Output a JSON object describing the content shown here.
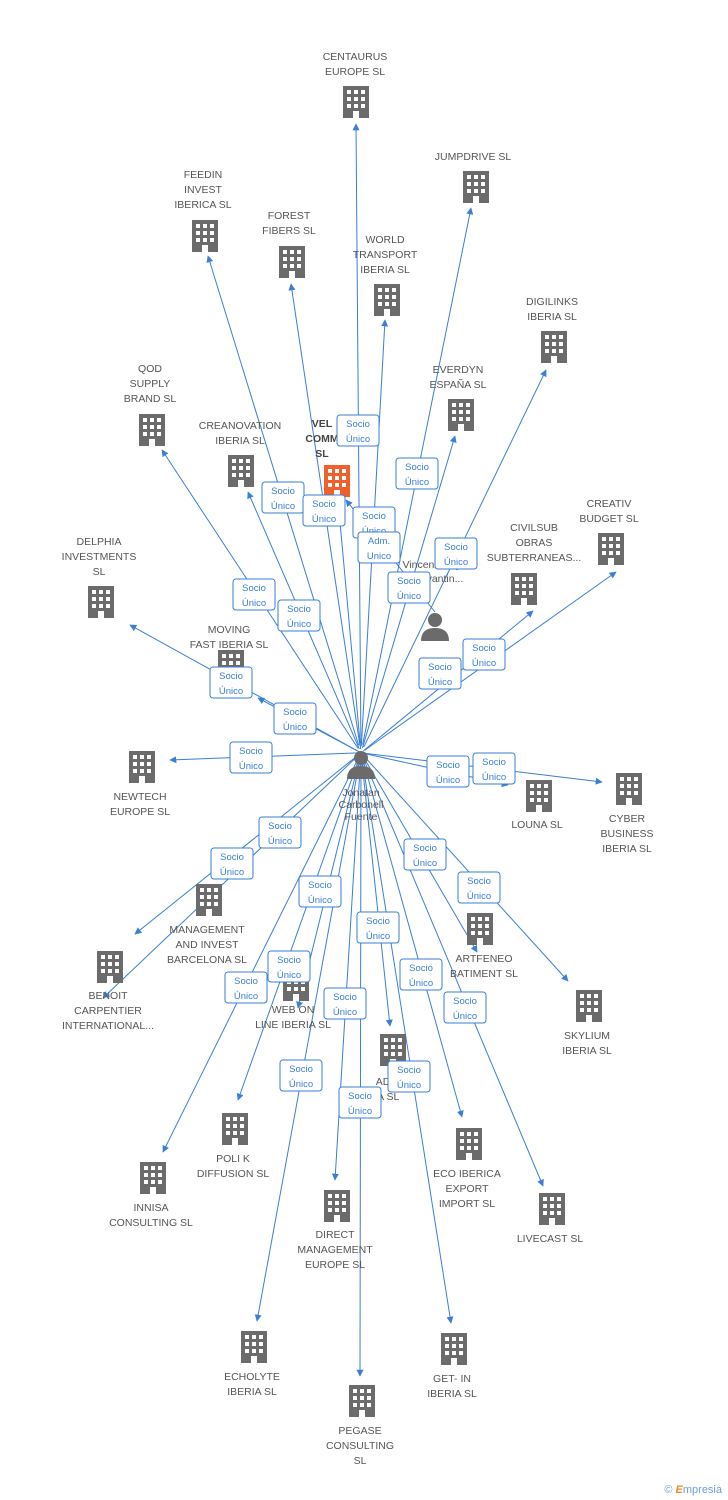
{
  "colors": {
    "edge": "#3a7fd5",
    "building": "#6b6b6b",
    "focus_building": "#f0602a",
    "person": "#6b6b6b"
  },
  "center_person": {
    "label": [
      "Jonatan",
      "Carbonell",
      "Fuente"
    ],
    "icon": "person-icon"
  },
  "secondary_person": {
    "label": [
      "Vincenzo Nyl",
      "Fioravantin..."
    ],
    "icon": "person-icon"
  },
  "companies": [
    {
      "id": "centaurus",
      "label": [
        "CENTAURUS",
        "EUROPE SL"
      ]
    },
    {
      "id": "jumpdrive",
      "label": [
        "JUMPDRIVE SL"
      ]
    },
    {
      "id": "feedin",
      "label": [
        "FEEDIN",
        "INVEST",
        "IBERICA SL"
      ]
    },
    {
      "id": "forest",
      "label": [
        "FOREST",
        "FIBERS  SL"
      ]
    },
    {
      "id": "world",
      "label": [
        "WORLD",
        "TRANSPORT",
        "IBERIA SL"
      ]
    },
    {
      "id": "digilinks",
      "label": [
        "DIGILINKS",
        "IBERIA SL"
      ]
    },
    {
      "id": "qod",
      "label": [
        "QOD",
        "SUPPLY",
        "BRAND  SL"
      ]
    },
    {
      "id": "everdyn",
      "label": [
        "EVERDYN",
        "ESPAÑA  SL"
      ]
    },
    {
      "id": "velcomm",
      "label": [
        "VEL",
        "COMM",
        "SL"
      ],
      "focus": true
    },
    {
      "id": "creanovation",
      "label": [
        "CREANOVATION",
        "IBERIA SL"
      ]
    },
    {
      "id": "creativ",
      "label": [
        "CREATIV",
        "BUDGET  SL"
      ]
    },
    {
      "id": "civilsub",
      "label": [
        "CIVILSUB",
        "OBRAS",
        "SUBTERRANEAS..."
      ]
    },
    {
      "id": "delphia",
      "label": [
        "DELPHIA",
        "INVESTMENTS",
        "SL"
      ]
    },
    {
      "id": "moving",
      "label": [
        "MOVING",
        "FAST IBERIA SL"
      ]
    },
    {
      "id": "newtech",
      "label": [
        "NEWTECH",
        "EUROPE SL"
      ]
    },
    {
      "id": "louna",
      "label": [
        "LOUNA  SL"
      ]
    },
    {
      "id": "cyber",
      "label": [
        "CYBER",
        "BUSINESS",
        "IBERIA SL"
      ]
    },
    {
      "id": "management",
      "label": [
        "MANAGEMENT",
        "AND INVEST",
        "BARCELONA SL"
      ]
    },
    {
      "id": "benoit",
      "label": [
        "BENOIT",
        "CARPENTIER",
        "INTERNATIONAL..."
      ]
    },
    {
      "id": "artfeneo",
      "label": [
        "ARTFENEO",
        "BATIMENT  SL"
      ]
    },
    {
      "id": "webon",
      "label": [
        "WEB ON",
        "LINE IBERIA SL"
      ]
    },
    {
      "id": "skylium",
      "label": [
        "SKYLIUM",
        "IBERIA SL"
      ]
    },
    {
      "id": "adria",
      "label": [
        "AD",
        "RIA SL"
      ]
    },
    {
      "id": "polik",
      "label": [
        "POLI K",
        "DIFFUSION  SL"
      ]
    },
    {
      "id": "innisa",
      "label": [
        "INNISA",
        "CONSULTING SL"
      ]
    },
    {
      "id": "ecoiberica",
      "label": [
        "ECO IBERICA",
        "EXPORT",
        "IMPORT  SL"
      ]
    },
    {
      "id": "livecast",
      "label": [
        "LIVECAST SL"
      ]
    },
    {
      "id": "direct",
      "label": [
        "DIRECT",
        "MANAGEMENT",
        "EUROPE SL"
      ]
    },
    {
      "id": "echolyte",
      "label": [
        "ECHOLYTE",
        "IBERIA  SL"
      ]
    },
    {
      "id": "getin",
      "label": [
        "GET- IN",
        "IBERIA SL"
      ]
    },
    {
      "id": "pegase",
      "label": [
        "PEGASE",
        "CONSULTING",
        "SL"
      ]
    }
  ],
  "relations": {
    "socio_unico": [
      "Socio",
      "Único"
    ],
    "adm_unico": [
      "Adm.",
      "Unico"
    ]
  },
  "footer": {
    "copyright": "©",
    "brand_first": "E",
    "brand_rest": "mpresia"
  }
}
